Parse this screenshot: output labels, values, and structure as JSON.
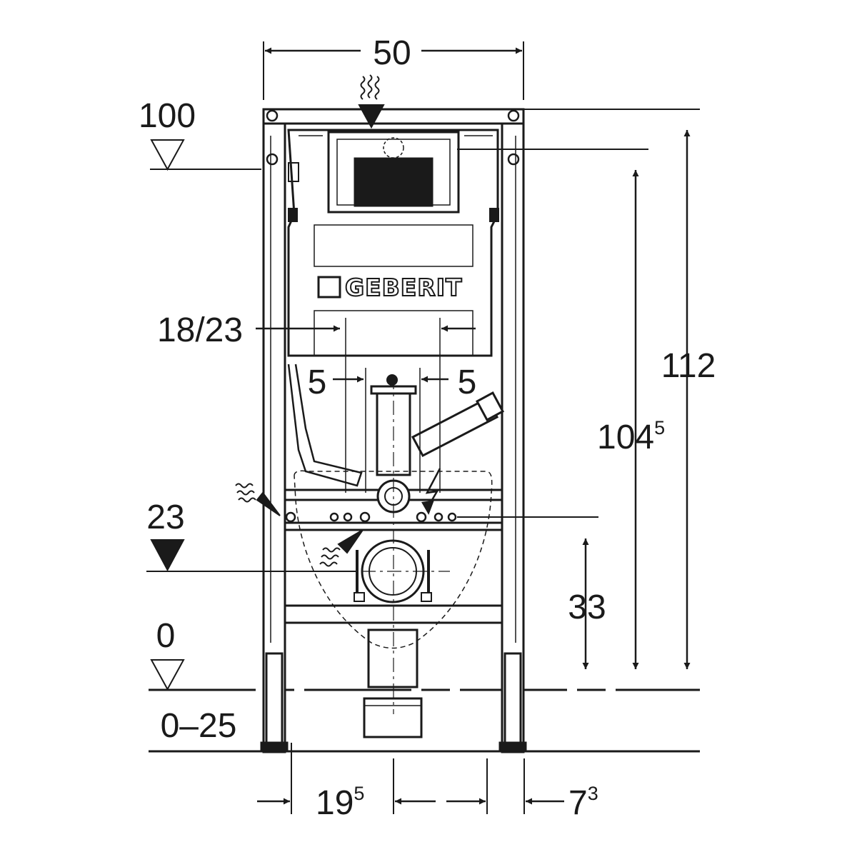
{
  "brand": {
    "name": "GEBERIT"
  },
  "dimensions": {
    "width": "50",
    "level_top": "100",
    "outlet_spacing": "18/23",
    "offset_left": "5",
    "offset_right": "5",
    "total_height_main": "112",
    "flush_height_main": "104",
    "flush_height_sup": "5",
    "drain_level": "23",
    "drain_height": "33",
    "floor_level": "0",
    "floor_range": "0–25",
    "depth_main": "19",
    "depth_sup": "5",
    "offset_bottom_main": "7",
    "offset_bottom_sup": "3"
  },
  "icons": {
    "water_inlet": "water-supply-wave-icon",
    "electric": "electric-lightning-icon",
    "level_marker": "level-triangle-icon"
  },
  "colors": {
    "stroke": "#1a1a1a",
    "background": "#ffffff"
  }
}
